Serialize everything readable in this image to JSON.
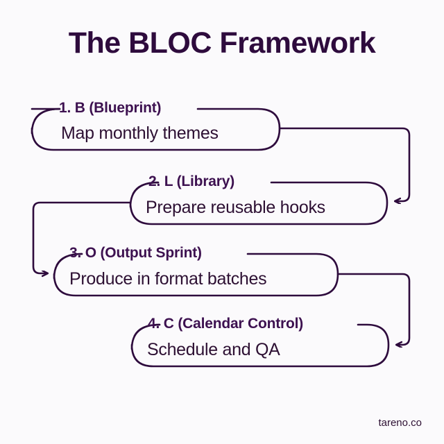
{
  "page": {
    "title": "The BLOC Framework",
    "footer": "tareno.co",
    "background_color": "#fbfafc",
    "stroke_color": "#2e0b3d",
    "label_color": "#3d1150",
    "text_color": "#2d1033"
  },
  "diagram": {
    "type": "flow-steps",
    "steps": [
      {
        "label": "1. B (Blueprint)",
        "text": "Map monthly themes"
      },
      {
        "label": "2. L (Library)",
        "text": "Prepare reusable hooks"
      },
      {
        "label": "3. O (Output Sprint)",
        "text": "Produce in format batches"
      },
      {
        "label": "4. C (Calendar Control)",
        "text": "Schedule and QA"
      }
    ],
    "connectors": [
      {
        "from": "1. B (Blueprint)",
        "to": "2. L (Library)",
        "direction": "right-down-left"
      },
      {
        "from": "2. L (Library)",
        "to": "3. O (Output Sprint)",
        "direction": "left-down-right"
      },
      {
        "from": "3. O (Output Sprint)",
        "to": "4. C (Calendar Control)",
        "direction": "right-down-left"
      }
    ]
  }
}
